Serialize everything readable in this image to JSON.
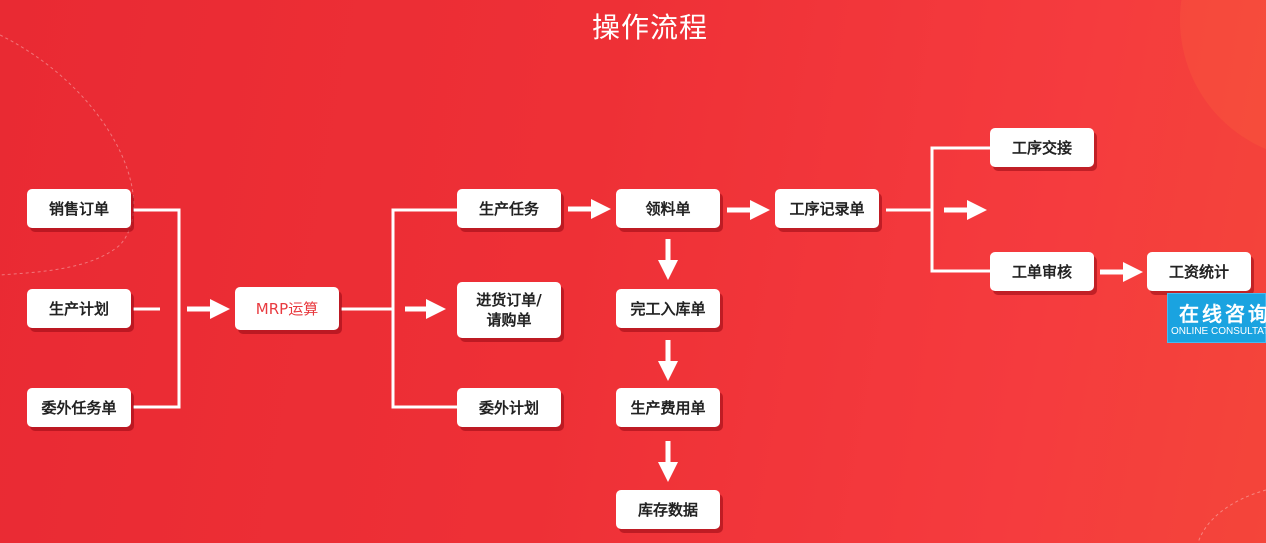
{
  "title": "操作流程",
  "colors": {
    "background": "#ee3036",
    "node_bg": "#ffffff",
    "accent_text": "#e83a3f",
    "line": "#ffffff",
    "consult_bg": "#1aa3e0"
  },
  "nodes": {
    "sales_order": "销售订单",
    "production_plan": "生产计划",
    "outsource_task": "委外任务单",
    "mrp": "MRP运算",
    "production_task": "生产任务",
    "purchase_order": "进货订单/\n请购单",
    "outsource_plan": "委外计划",
    "material_requisition": "领料单",
    "completion_warehousing": "完工入库单",
    "production_cost": "生产费用单",
    "inventory_data": "库存数据",
    "process_record": "工序记录单",
    "process_handover": "工序交接",
    "work_order_review": "工单审核",
    "wage_statistics": "工资统计"
  },
  "consult": {
    "zh": "在线咨询",
    "en": "ONLINE CONSULTATION"
  }
}
